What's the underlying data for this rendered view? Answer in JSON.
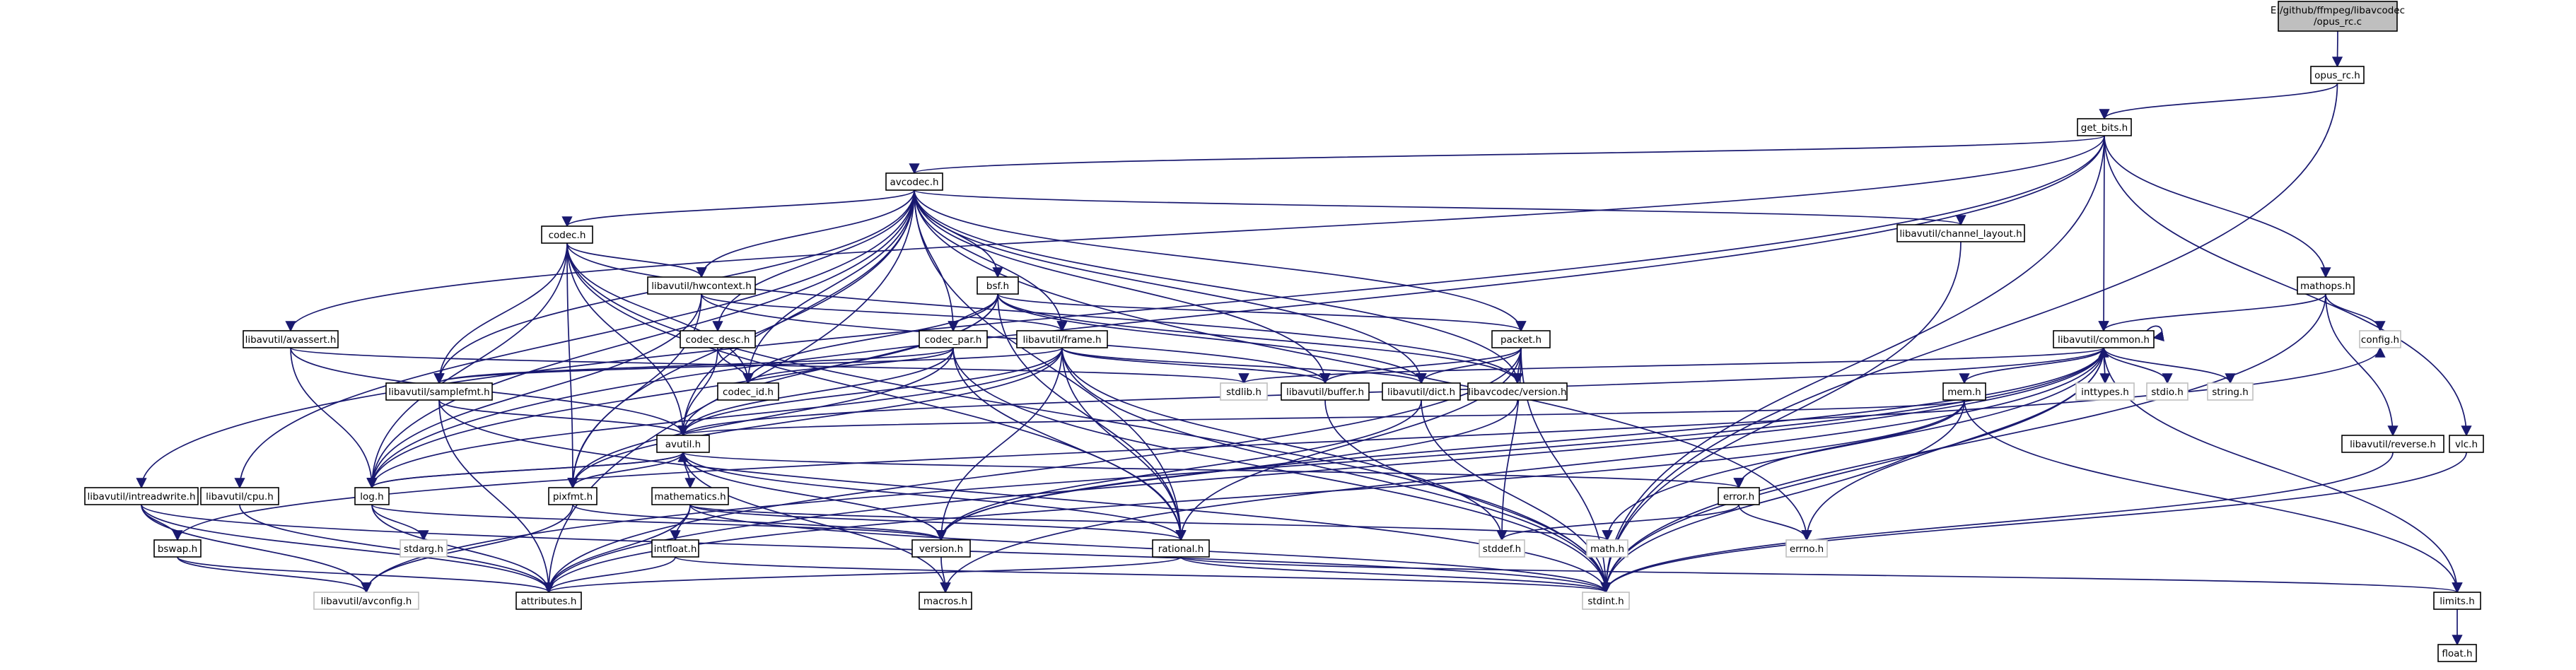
{
  "title": [
    "E:/github/ffmpeg/libavcodec",
    "/opus_rc.c"
  ],
  "colors": {
    "edge": "#191970",
    "node_border": "#000000",
    "missing_border": "#bfbfbf",
    "root_fill": "#bfbfbf"
  },
  "nodes": [
    {
      "id": "root",
      "label": "E:/github/ffmpeg/libavcodec /opus_rc.c",
      "kind": "root"
    },
    {
      "id": "opus_rc",
      "label": "opus_rc.h"
    },
    {
      "id": "get_bits",
      "label": "get_bits.h"
    },
    {
      "id": "avcodec",
      "label": "avcodec.h"
    },
    {
      "id": "mathops",
      "label": "mathops.h"
    },
    {
      "id": "vlc",
      "label": "vlc.h"
    },
    {
      "id": "intreadwrite",
      "label": "libavutil/intreadwrite.h"
    },
    {
      "id": "codec",
      "label": "codec.h"
    },
    {
      "id": "hwcontext",
      "label": "libavutil/hwcontext.h"
    },
    {
      "id": "bsf",
      "label": "bsf.h"
    },
    {
      "id": "channel_layout",
      "label": "libavutil/channel_layout.h"
    },
    {
      "id": "avassert",
      "label": "libavutil/avassert.h"
    },
    {
      "id": "codec_desc",
      "label": "codec_desc.h"
    },
    {
      "id": "codec_par",
      "label": "codec_par.h"
    },
    {
      "id": "frame",
      "label": "libavutil/frame.h"
    },
    {
      "id": "packet",
      "label": "packet.h"
    },
    {
      "id": "common",
      "label": "libavutil/common.h"
    },
    {
      "id": "config",
      "label": "config.h",
      "kind": "missing"
    },
    {
      "id": "samplefmt",
      "label": "libavutil/samplefmt.h"
    },
    {
      "id": "codec_id",
      "label": "codec_id.h"
    },
    {
      "id": "stdlib",
      "label": "stdlib.h",
      "kind": "missing"
    },
    {
      "id": "buffer",
      "label": "libavutil/buffer.h"
    },
    {
      "id": "dict",
      "label": "libavutil/dict.h"
    },
    {
      "id": "avc_version",
      "label": "libavcodec/version.h"
    },
    {
      "id": "inttypes",
      "label": "inttypes.h",
      "kind": "missing"
    },
    {
      "id": "stdio",
      "label": "stdio.h",
      "kind": "missing"
    },
    {
      "id": "string",
      "label": "string.h",
      "kind": "missing"
    },
    {
      "id": "mem",
      "label": "mem.h"
    },
    {
      "id": "reverse",
      "label": "libavutil/reverse.h"
    },
    {
      "id": "avutil",
      "label": "avutil.h"
    },
    {
      "id": "cpu",
      "label": "libavutil/cpu.h"
    },
    {
      "id": "log",
      "label": "log.h"
    },
    {
      "id": "pixfmt",
      "label": "pixfmt.h"
    },
    {
      "id": "mathematics",
      "label": "mathematics.h"
    },
    {
      "id": "error",
      "label": "error.h"
    },
    {
      "id": "bswap",
      "label": "bswap.h"
    },
    {
      "id": "stdarg",
      "label": "stdarg.h",
      "kind": "missing"
    },
    {
      "id": "version",
      "label": "version.h"
    },
    {
      "id": "intfloat",
      "label": "intfloat.h"
    },
    {
      "id": "rational",
      "label": "rational.h"
    },
    {
      "id": "stddef",
      "label": "stddef.h",
      "kind": "missing"
    },
    {
      "id": "math",
      "label": "math.h",
      "kind": "missing"
    },
    {
      "id": "errno",
      "label": "errno.h",
      "kind": "missing"
    },
    {
      "id": "avconfig",
      "label": "libavutil/avconfig.h",
      "kind": "missing"
    },
    {
      "id": "attributes",
      "label": "attributes.h"
    },
    {
      "id": "macros",
      "label": "macros.h"
    },
    {
      "id": "stdint",
      "label": "stdint.h",
      "kind": "missing"
    },
    {
      "id": "limits",
      "label": "limits.h"
    },
    {
      "id": "float",
      "label": "float.h"
    }
  ],
  "edges": [
    [
      "root",
      "opus_rc"
    ],
    [
      "opus_rc",
      "get_bits"
    ],
    [
      "opus_rc",
      "stdint"
    ],
    [
      "get_bits",
      "avcodec"
    ],
    [
      "get_bits",
      "mathops"
    ],
    [
      "get_bits",
      "vlc"
    ],
    [
      "get_bits",
      "intreadwrite"
    ],
    [
      "get_bits",
      "common"
    ],
    [
      "get_bits",
      "avassert"
    ],
    [
      "get_bits",
      "log"
    ],
    [
      "get_bits",
      "stdint"
    ],
    [
      "avcodec",
      "codec"
    ],
    [
      "avcodec",
      "hwcontext"
    ],
    [
      "avcodec",
      "bsf"
    ],
    [
      "avcodec",
      "channel_layout"
    ],
    [
      "avcodec",
      "codec_desc"
    ],
    [
      "avcodec",
      "codec_par"
    ],
    [
      "avcodec",
      "frame"
    ],
    [
      "avcodec",
      "packet"
    ],
    [
      "avcodec",
      "samplefmt"
    ],
    [
      "avcodec",
      "codec_id"
    ],
    [
      "avcodec",
      "buffer"
    ],
    [
      "avcodec",
      "dict"
    ],
    [
      "avcodec",
      "avc_version"
    ],
    [
      "avcodec",
      "avutil"
    ],
    [
      "avcodec",
      "cpu"
    ],
    [
      "avcodec",
      "log"
    ],
    [
      "avcodec",
      "pixfmt"
    ],
    [
      "avcodec",
      "rational"
    ],
    [
      "avcodec",
      "errno"
    ],
    [
      "avcodec",
      "attributes"
    ],
    [
      "mathops",
      "common"
    ],
    [
      "mathops",
      "config"
    ],
    [
      "mathops",
      "reverse"
    ],
    [
      "mathops",
      "stdint"
    ],
    [
      "vlc",
      "stdint"
    ],
    [
      "intreadwrite",
      "bswap"
    ],
    [
      "intreadwrite",
      "avconfig"
    ],
    [
      "intreadwrite",
      "attributes"
    ],
    [
      "intreadwrite",
      "stdint"
    ],
    [
      "codec",
      "hwcontext"
    ],
    [
      "codec",
      "samplefmt"
    ],
    [
      "codec",
      "codec_id"
    ],
    [
      "codec",
      "avutil"
    ],
    [
      "codec",
      "log"
    ],
    [
      "codec",
      "pixfmt"
    ],
    [
      "codec",
      "rational"
    ],
    [
      "codec",
      "stdint"
    ],
    [
      "codec",
      "avc_version"
    ],
    [
      "hwcontext",
      "buffer"
    ],
    [
      "hwcontext",
      "frame"
    ],
    [
      "hwcontext",
      "log"
    ],
    [
      "hwcontext",
      "pixfmt"
    ],
    [
      "bsf",
      "codec_id"
    ],
    [
      "bsf",
      "codec_par"
    ],
    [
      "bsf",
      "dict"
    ],
    [
      "bsf",
      "packet"
    ],
    [
      "bsf",
      "avutil"
    ],
    [
      "bsf",
      "log"
    ],
    [
      "bsf",
      "rational"
    ],
    [
      "bsf",
      "avc_version"
    ],
    [
      "channel_layout",
      "stdint"
    ],
    [
      "avassert",
      "avutil"
    ],
    [
      "avassert",
      "log"
    ],
    [
      "avassert",
      "stdlib"
    ],
    [
      "codec_desc",
      "avutil"
    ],
    [
      "codec_desc",
      "codec_id"
    ],
    [
      "codec_par",
      "codec_id"
    ],
    [
      "codec_par",
      "avutil"
    ],
    [
      "codec_par",
      "rational"
    ],
    [
      "codec_par",
      "pixfmt"
    ],
    [
      "codec_par",
      "samplefmt"
    ],
    [
      "codec_par",
      "stdint"
    ],
    [
      "frame",
      "avutil"
    ],
    [
      "frame",
      "buffer"
    ],
    [
      "frame",
      "dict"
    ],
    [
      "frame",
      "rational"
    ],
    [
      "frame",
      "samplefmt"
    ],
    [
      "frame",
      "pixfmt"
    ],
    [
      "frame",
      "version"
    ],
    [
      "frame",
      "stdint"
    ],
    [
      "frame",
      "stddef"
    ],
    [
      "frame",
      "log"
    ],
    [
      "packet",
      "attributes"
    ],
    [
      "packet",
      "buffer"
    ],
    [
      "packet",
      "dict"
    ],
    [
      "packet",
      "rational"
    ],
    [
      "packet",
      "avc_version"
    ],
    [
      "packet",
      "stddef"
    ],
    [
      "packet",
      "stdint"
    ],
    [
      "common",
      "common"
    ],
    [
      "common",
      "errno"
    ],
    [
      "common",
      "inttypes"
    ],
    [
      "common",
      "limits"
    ],
    [
      "common",
      "math"
    ],
    [
      "common",
      "stdint"
    ],
    [
      "common",
      "stdio"
    ],
    [
      "common",
      "stdlib"
    ],
    [
      "common",
      "string"
    ],
    [
      "common",
      "attributes"
    ],
    [
      "common",
      "macros"
    ],
    [
      "common",
      "version"
    ],
    [
      "common",
      "mem"
    ],
    [
      "common",
      "avconfig"
    ],
    [
      "samplefmt",
      "avutil"
    ],
    [
      "samplefmt",
      "attributes"
    ],
    [
      "samplefmt",
      "stdint"
    ],
    [
      "buffer",
      "stdint"
    ],
    [
      "dict",
      "stdint"
    ],
    [
      "dict",
      "version"
    ],
    [
      "avc_version",
      "version"
    ],
    [
      "mem",
      "error"
    ],
    [
      "mem",
      "attributes"
    ],
    [
      "mem",
      "avutil"
    ],
    [
      "mem",
      "stdint"
    ],
    [
      "mem",
      "limits"
    ],
    [
      "reverse",
      "stdint"
    ],
    [
      "avutil",
      "common"
    ],
    [
      "avutil",
      "error"
    ],
    [
      "avutil",
      "rational"
    ],
    [
      "avutil",
      "version"
    ],
    [
      "avutil",
      "macros"
    ],
    [
      "avutil",
      "mathematics"
    ],
    [
      "avutil",
      "log"
    ],
    [
      "avutil",
      "pixfmt"
    ],
    [
      "cpu",
      "attributes"
    ],
    [
      "log",
      "avutil"
    ],
    [
      "log",
      "attributes"
    ],
    [
      "log",
      "version"
    ],
    [
      "log",
      "stdarg"
    ],
    [
      "pixfmt",
      "avconfig"
    ],
    [
      "pixfmt",
      "version"
    ],
    [
      "mathematics",
      "stdint"
    ],
    [
      "mathematics",
      "math"
    ],
    [
      "mathematics",
      "attributes"
    ],
    [
      "mathematics",
      "rational"
    ],
    [
      "mathematics",
      "intfloat"
    ],
    [
      "error",
      "errno"
    ],
    [
      "error",
      "stddef"
    ],
    [
      "bswap",
      "config"
    ],
    [
      "bswap",
      "avconfig"
    ],
    [
      "bswap",
      "attributes"
    ],
    [
      "version",
      "macros"
    ],
    [
      "intfloat",
      "stdint"
    ],
    [
      "intfloat",
      "attributes"
    ],
    [
      "rational",
      "stdint"
    ],
    [
      "rational",
      "limits"
    ],
    [
      "rational",
      "attributes"
    ],
    [
      "limits",
      "float"
    ]
  ]
}
